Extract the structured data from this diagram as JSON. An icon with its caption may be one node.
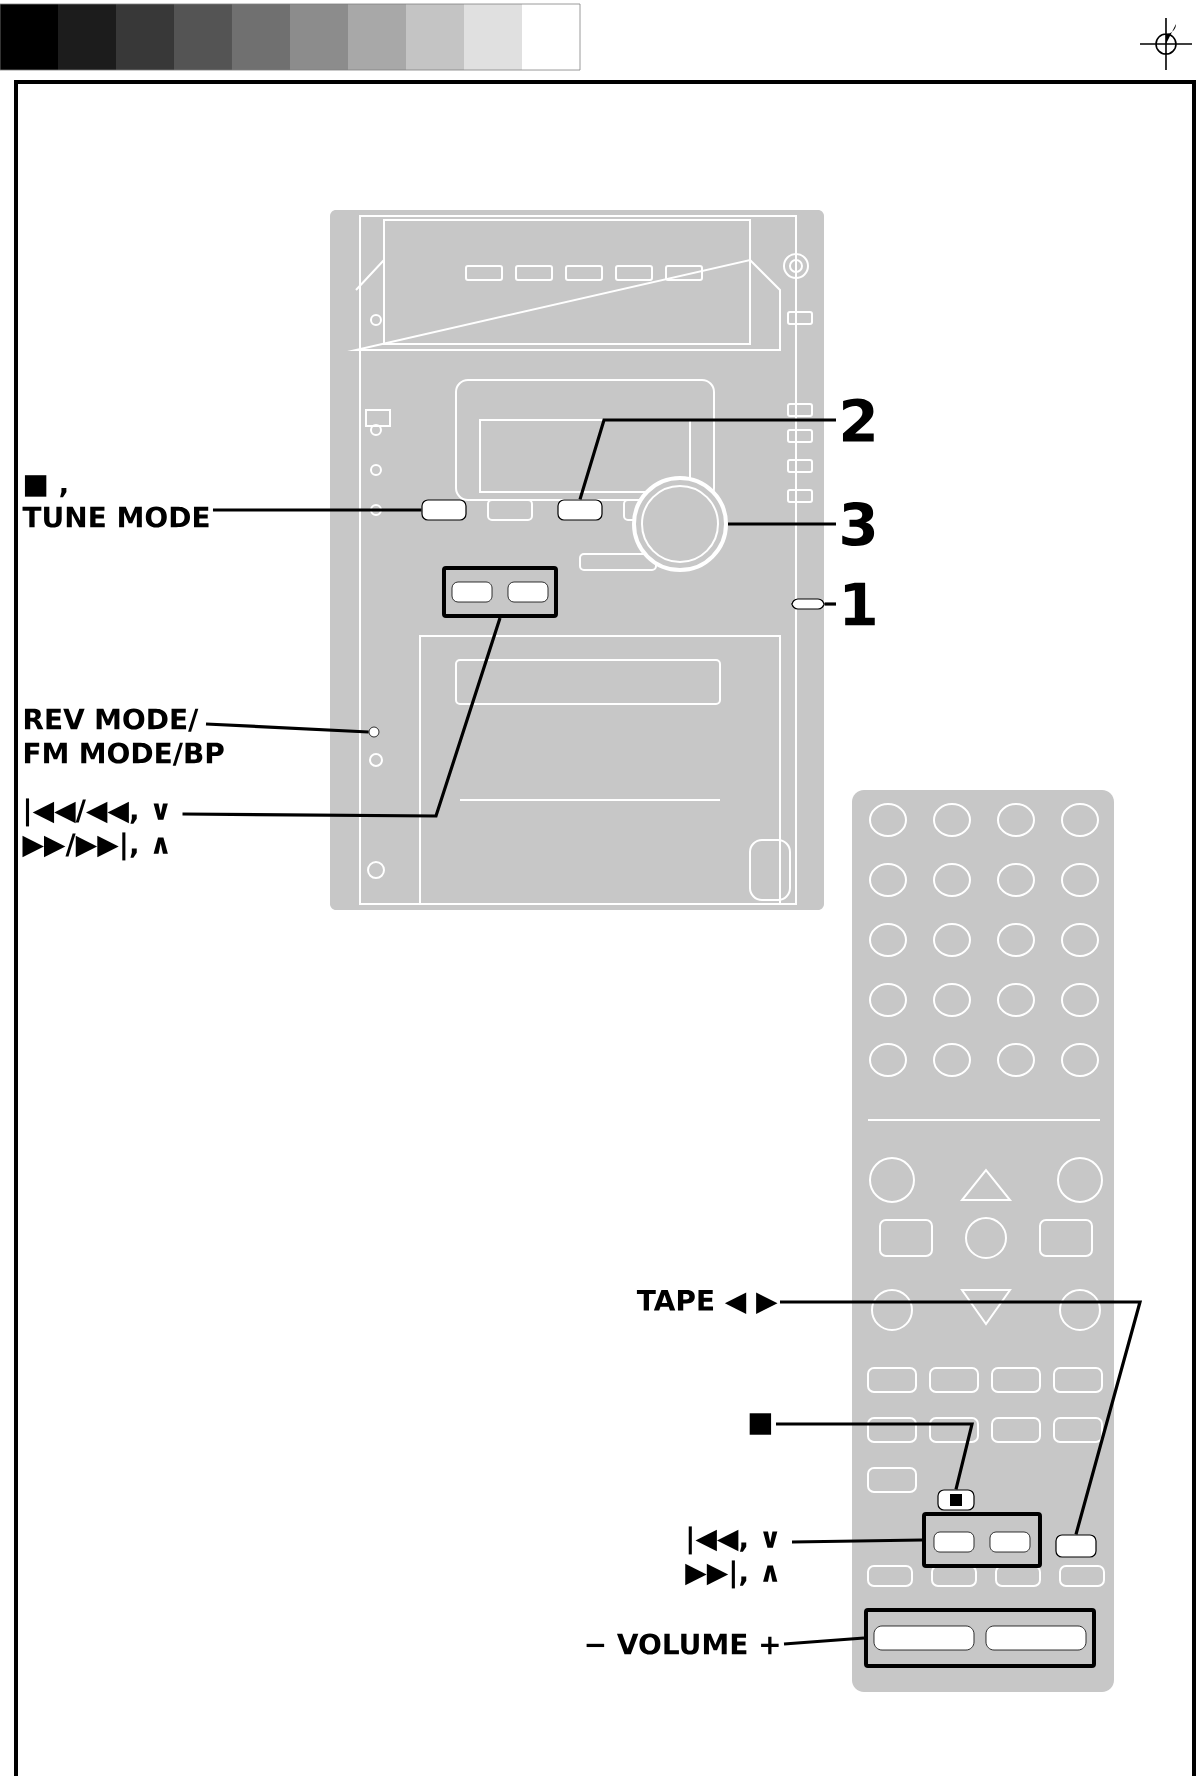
{
  "diagram": {
    "nodes": [
      {
        "text": [
          "2"
        ]
      },
      {
        "text": [
          "■ ,",
          "TUNE MODE"
        ]
      },
      {
        "text": [
          "3"
        ]
      },
      {
        "text": [
          "REV MODE/ FM MODE/BP"
        ]
      },
      {
        "text": [
          "1"
        ]
      },
      {
        "text": [
          "|◀◀/◀◀, ∨",
          "▶▶/▶▶|, ∧"
        ]
      },
      {
        "text": [
          "TAPE ◀ ▶"
        ]
      },
      {
        "text": [
          "■"
        ]
      },
      {
        "text": [
          "|◀◀, ∨",
          "▶▶|, ∧"
        ]
      },
      {
        "text": [
          "− VOLUME +"
        ]
      },
      {
        "text": [],
        "shape": "box"
      },
      {
        "text": [],
        "shape": "box"
      },
      {
        "text": [],
        "shape": "circle"
      },
      {
        "text": [],
        "shape": "circle"
      },
      {
        "text": [],
        "shape": "box"
      },
      {
        "text": [],
        "shape": "box"
      },
      {
        "text": [],
        "shape": "box"
      },
      {
        "text": [],
        "shape": "box"
      },
      {
        "text": [],
        "shape": "box"
      },
      {
        "text": [],
        "shape": "box"
      }
    ],
    "edges": [
      {
        "from": 0,
        "to": 11,
        "arrow": "none"
      },
      {
        "from": 1,
        "to": 10,
        "arrow": "none"
      },
      {
        "from": 2,
        "to": 12,
        "arrow": "none"
      },
      {
        "from": 3,
        "to": 13,
        "arrow": "none"
      },
      {
        "from": 4,
        "to": 14,
        "arrow": "none"
      },
      {
        "from": 5,
        "to": 15,
        "arrow": "none"
      },
      {
        "from": 6,
        "to": 16,
        "arrow": "none"
      },
      {
        "from": 7,
        "to": 17,
        "arrow": "none"
      },
      {
        "from": 8,
        "to": 18,
        "arrow": "none"
      },
      {
        "from": 9,
        "to": 19,
        "arrow": "none"
      }
    ]
  }
}
